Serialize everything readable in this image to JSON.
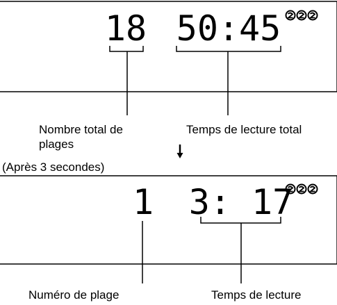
{
  "display1": {
    "total_tracks": "18",
    "total_time": "50:45"
  },
  "display2": {
    "track_number": "1",
    "track_time": "3: 17"
  },
  "labels": {
    "total_tracks_line1": "Nombre total de",
    "total_tracks_line2": "plages",
    "total_time": "Temps de lecture total",
    "after_delay": "(Après 3 secondes)",
    "track_number": "Numéro de plage",
    "track_time": "Temps de lecture"
  },
  "icons": {
    "arrow": "down-arrow-icon",
    "disc_indicator": "disc-indicator-icon"
  }
}
